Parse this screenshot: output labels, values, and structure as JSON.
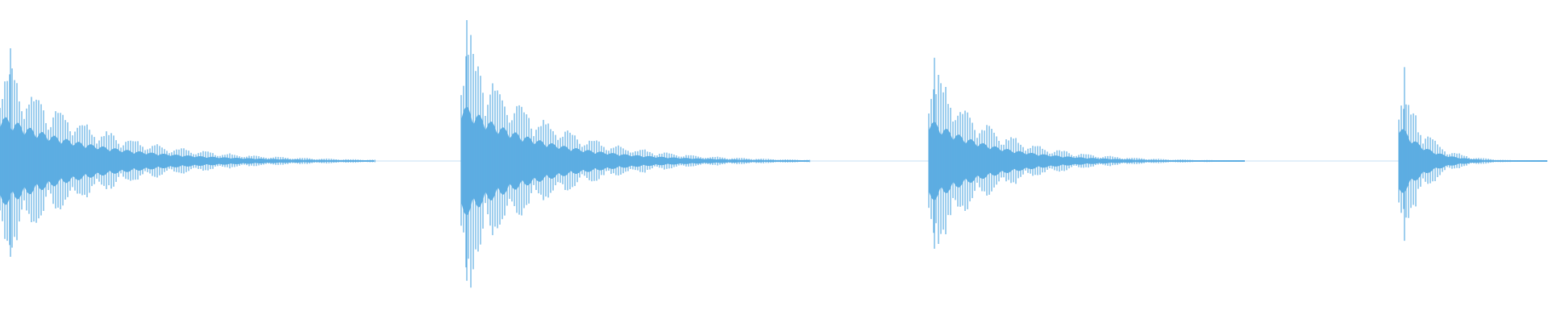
{
  "waveform": {
    "color": "#5dade2",
    "background": "#ffffff",
    "bursts": [
      {
        "peak_amplitude": 0.72,
        "decay_fraction": 0.84
      },
      {
        "peak_amplitude": 0.9,
        "decay_fraction": 0.78
      },
      {
        "peak_amplitude": 0.66,
        "decay_fraction": 0.7
      },
      {
        "peak_amplitude": 0.6,
        "decay_fraction": 0.6
      }
    ]
  }
}
